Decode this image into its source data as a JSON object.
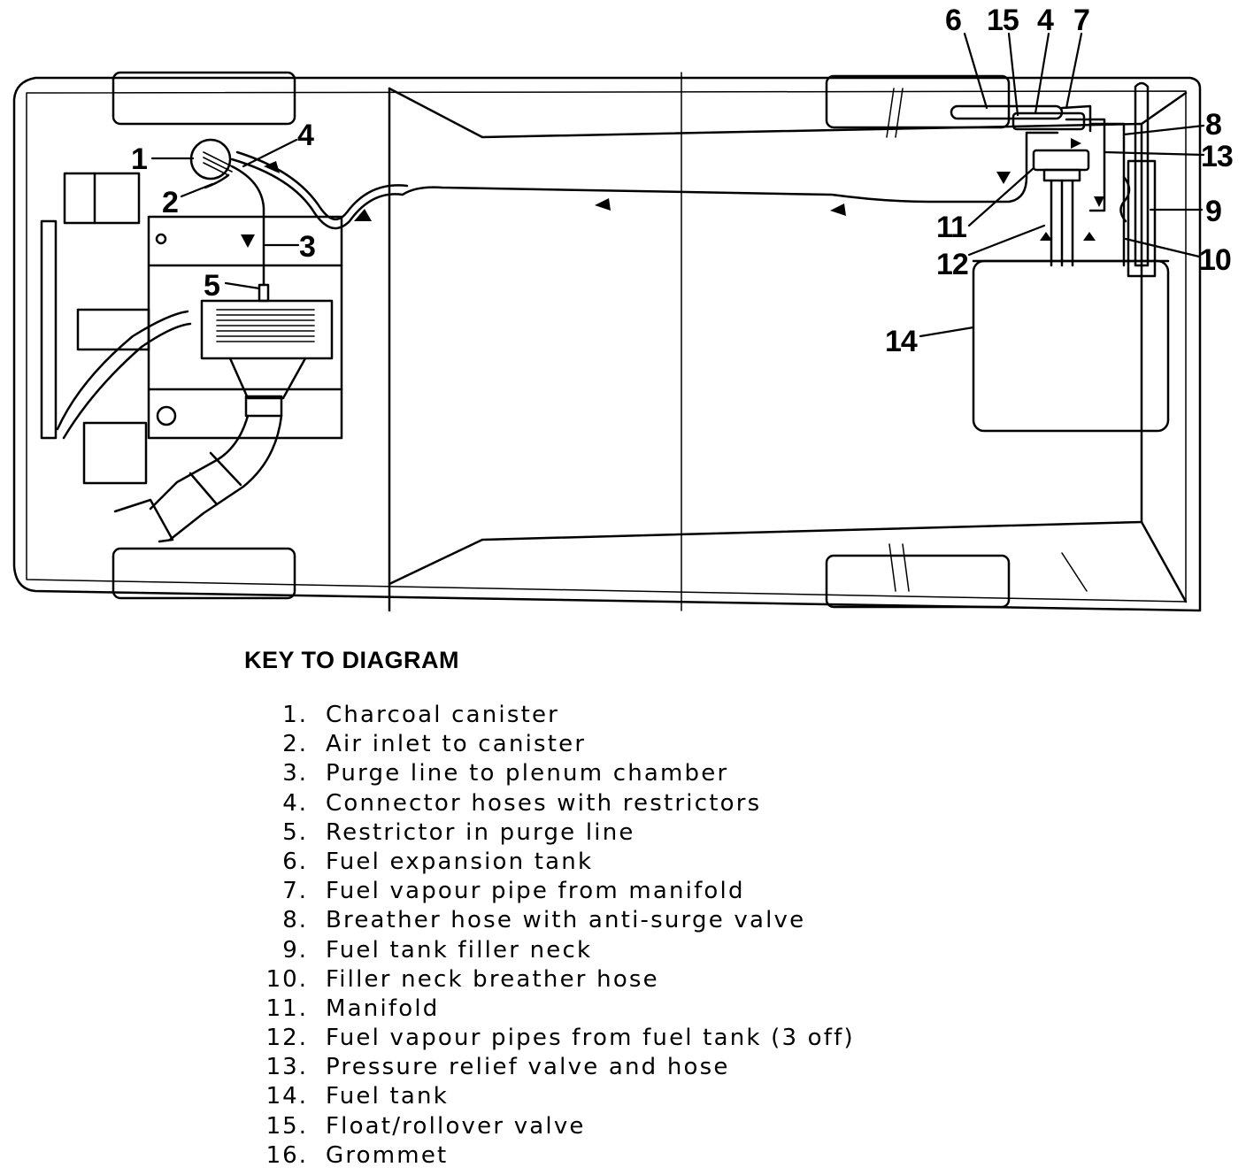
{
  "callouts": {
    "c1": "1",
    "c2": "2",
    "c3": "3",
    "c4a": "4",
    "c5": "5",
    "c6": "6",
    "c15": "15",
    "c4b": "4",
    "c7": "7",
    "c8": "8",
    "c13": "13",
    "c9": "9",
    "c11": "11",
    "c12": "12",
    "c10": "10",
    "c14": "14"
  },
  "key": {
    "title": "KEY TO DIAGRAM",
    "items": [
      {
        "num": "1.",
        "text": "Charcoal canister"
      },
      {
        "num": "2.",
        "text": "Air inlet to canister"
      },
      {
        "num": "3.",
        "text": "Purge line to plenum chamber"
      },
      {
        "num": "4.",
        "text": "Connector hoses with restrictors"
      },
      {
        "num": "5.",
        "text": "Restrictor in purge line"
      },
      {
        "num": "6.",
        "text": "Fuel expansion tank"
      },
      {
        "num": "7.",
        "text": "Fuel vapour pipe from manifold"
      },
      {
        "num": "8.",
        "text": "Breather hose with anti-surge valve"
      },
      {
        "num": "9.",
        "text": "Fuel tank filler neck"
      },
      {
        "num": "10.",
        "text": "Filler neck breather hose"
      },
      {
        "num": "11.",
        "text": "Manifold"
      },
      {
        "num": "12.",
        "text": "Fuel vapour pipes from fuel tank (3 off)"
      },
      {
        "num": "13.",
        "text": "Pressure relief valve and hose"
      },
      {
        "num": "14.",
        "text": "Fuel tank"
      },
      {
        "num": "15.",
        "text": "Float/rollover valve"
      },
      {
        "num": "16.",
        "text": "Grommet"
      }
    ]
  }
}
